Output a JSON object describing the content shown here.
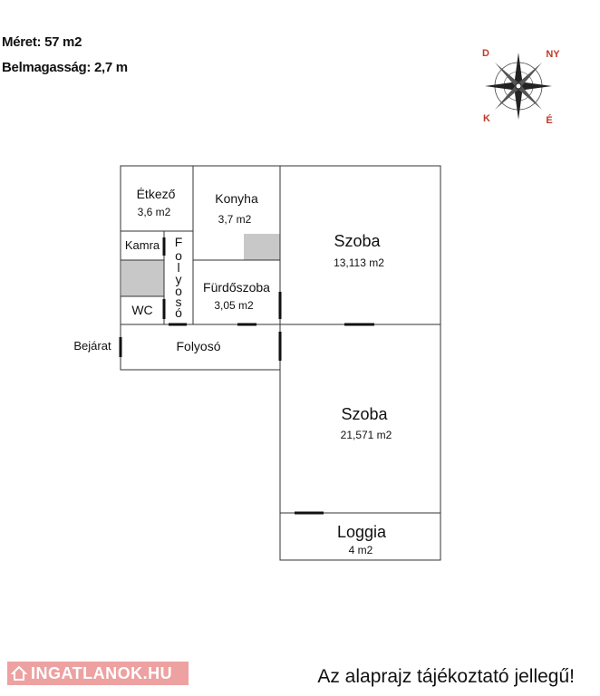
{
  "info": {
    "size": "Méret: 57 m2",
    "height": "Belmagasság: 2,7 m"
  },
  "compass": {
    "letters": [
      "É",
      "K",
      "D",
      "NY"
    ],
    "color": "#c0392b"
  },
  "rooms": {
    "etkezo": {
      "name": "Étkező",
      "area": "3,6 m2"
    },
    "konyha": {
      "name": "Konyha",
      "area": "3,7 m2"
    },
    "kamra": {
      "name": "Kamra"
    },
    "folyoso_vertical": {
      "letters": [
        "F",
        "o",
        "l",
        "y",
        "o",
        "s",
        "ó"
      ]
    },
    "furdoszoba": {
      "name": "Fürdőszoba",
      "area": "3,05 m2"
    },
    "wc": {
      "name": "WC"
    },
    "szoba1": {
      "name": "Szoba",
      "area": "13,113 m2"
    },
    "folyoso": {
      "name": "Folyosó"
    },
    "szoba2": {
      "name": "Szoba",
      "area": "21,571 m2"
    },
    "loggia": {
      "name": "Loggia",
      "area": "4 m2"
    }
  },
  "entrance": "Bejárat",
  "brand": "INGATLANOK.HU",
  "disclaimer": "Az alaprajz tájékoztató jellegű!"
}
